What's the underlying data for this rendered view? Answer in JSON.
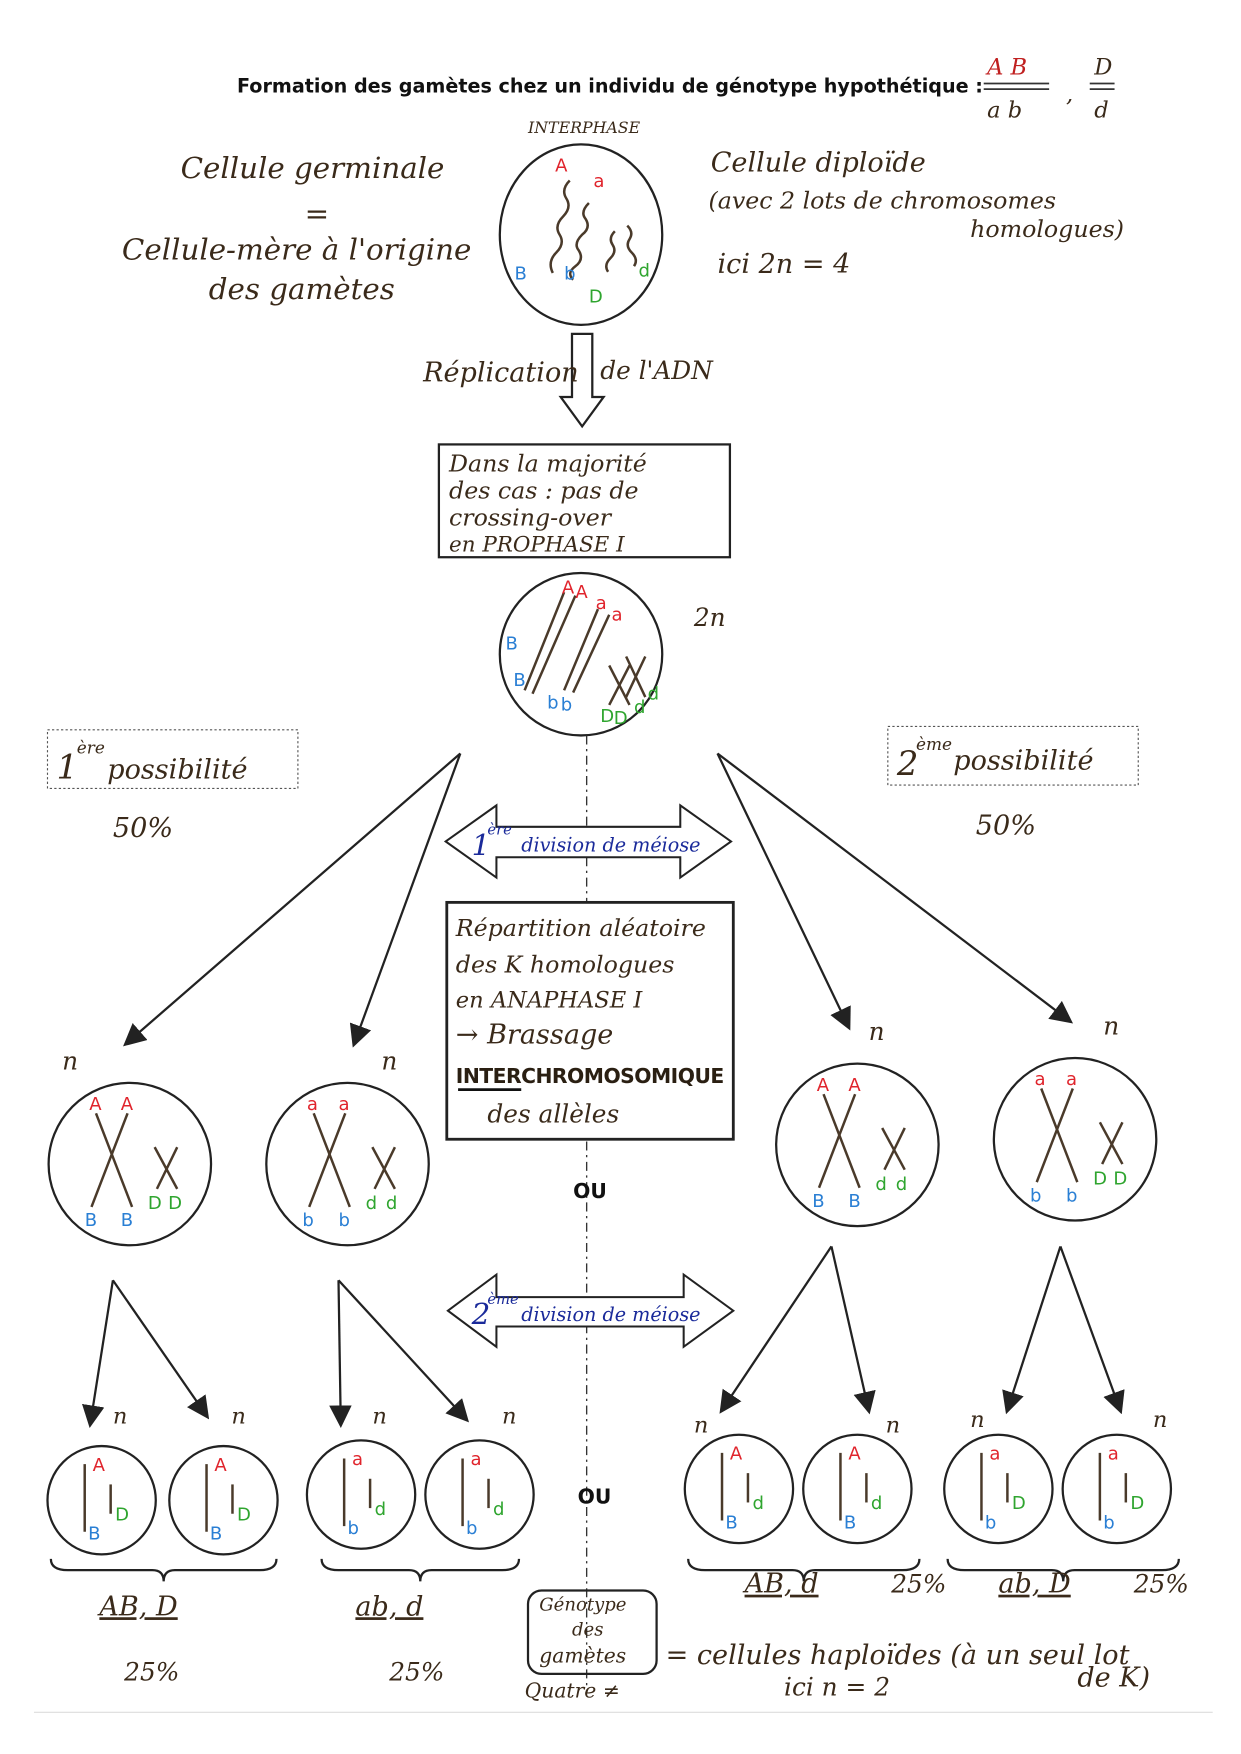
{
  "header": {
    "title": "Formation des gamètes chez un individu de génotype hypothétique :",
    "genotype": {
      "top1": "A B",
      "bottom1": "a b",
      "sep": ",",
      "top2": "D",
      "bottom2": "d"
    }
  },
  "interphase": {
    "label": "INTERPHASE",
    "left": {
      "line1": "Cellule germinale",
      "eq": "=",
      "line2": "Cellule-mère à l'origine",
      "line3": "des gamètes"
    },
    "right": {
      "line1": "Cellule diploïde",
      "line2": "(avec 2 lots de chromosomes",
      "line3": "homologues)",
      "line4": "ici 2n = 4"
    },
    "alleles": {
      "A": "A",
      "a": "a",
      "B": "B",
      "b": "b",
      "D": "D",
      "d": "d"
    }
  },
  "replication": {
    "left": "Réplication",
    "right": "de l'ADN"
  },
  "prophase_box": {
    "lines": [
      "Dans la majorité",
      "des cas : pas de",
      "crossing-over",
      "en PROPHASE I"
    ]
  },
  "prophase_cell": {
    "ploidy": "2n",
    "alleles": {
      "A1": "A",
      "A2": "A",
      "a1": "a",
      "a2": "a",
      "B1": "B",
      "B2": "B",
      "b1": "b",
      "b2": "b",
      "D1": "D",
      "D2": "D",
      "d1": "d",
      "d2": "d"
    }
  },
  "possibilities": [
    {
      "label_sup": "ère",
      "label_num": "1",
      "label": "possibilité",
      "percent": "50%"
    },
    {
      "label_sup": "ème",
      "label_num": "2",
      "label": "possibilité",
      "percent": "50%"
    }
  ],
  "division1": {
    "num": "1",
    "sup": "ère",
    "label": "division de méiose"
  },
  "anaphase_box": {
    "lines": [
      "Répartition aléatoire",
      "des K homologues",
      "en ANAPHASE I",
      "→ Brassage",
      "INTERCHROMOSOMIQUE",
      "des allèles"
    ]
  },
  "or_label": "OU",
  "division2": {
    "num": "2",
    "sup": "ème",
    "label": "division de méiose"
  },
  "haploid_label": "n",
  "metaphase_cells": [
    {
      "top": [
        "A",
        "A"
      ],
      "bottom": [
        "B",
        "B"
      ],
      "small": [
        "D",
        "D"
      ],
      "small_color": "green"
    },
    {
      "top": [
        "a",
        "a"
      ],
      "bottom": [
        "b",
        "b"
      ],
      "small": [
        "d",
        "d"
      ],
      "small_color": "green"
    },
    {
      "top": [
        "A",
        "A"
      ],
      "bottom": [
        "B",
        "B"
      ],
      "small": [
        "d",
        "d"
      ],
      "small_color": "green"
    },
    {
      "top": [
        "a",
        "a"
      ],
      "bottom": [
        "b",
        "b"
      ],
      "small": [
        "D",
        "D"
      ],
      "small_color": "green"
    }
  ],
  "gametes": [
    {
      "top": "A",
      "bottom": "B",
      "small": "D"
    },
    {
      "top": "A",
      "bottom": "B",
      "small": "D"
    },
    {
      "top": "a",
      "bottom": "b",
      "small": "d"
    },
    {
      "top": "a",
      "bottom": "b",
      "small": "d"
    },
    {
      "top": "A",
      "bottom": "B",
      "small": "d"
    },
    {
      "top": "A",
      "bottom": "B",
      "small": "d"
    },
    {
      "top": "a",
      "bottom": "b",
      "small": "D"
    },
    {
      "top": "a",
      "bottom": "b",
      "small": "D"
    }
  ],
  "gamete_groups": [
    {
      "genotype": "AB, D",
      "percent": "25%"
    },
    {
      "genotype": "ab, d",
      "percent": "25%"
    },
    {
      "genotype": "AB, d",
      "percent": "25%"
    },
    {
      "genotype": "ab, D",
      "percent": "25%"
    }
  ],
  "footer": {
    "box_lines": [
      "Génotype",
      "des",
      "gamètes"
    ],
    "quatre": "Quatre ≠",
    "line1": "= cellules haploïdes (à un seul lot",
    "line2": "ici n = 2",
    "line3": "de K)"
  },
  "colors": {
    "red": "#e0242c",
    "blue": "#2a7fd4",
    "green": "#2fa52f",
    "navy": "#1a2a9a"
  }
}
